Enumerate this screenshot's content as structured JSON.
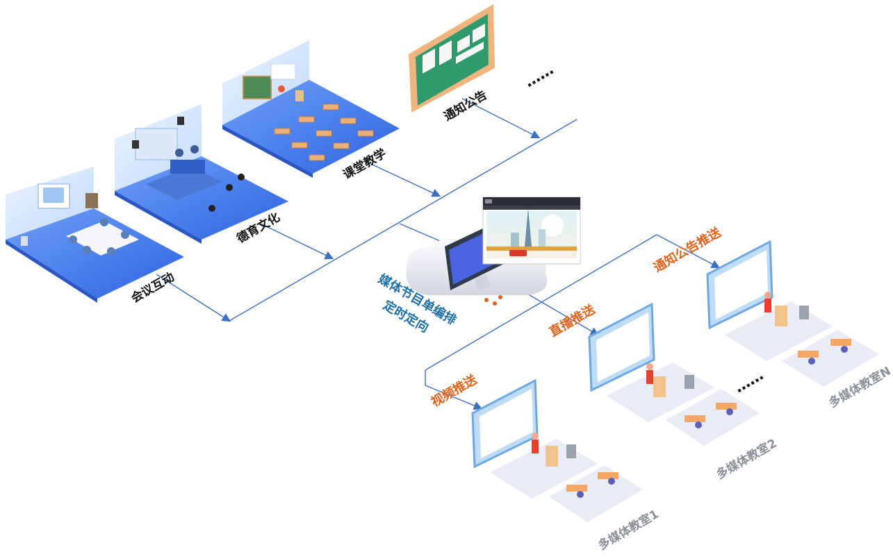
{
  "sources": {
    "meeting": "会议互动",
    "moral": "德育文化",
    "classroom": "课堂教学",
    "notice": "通知公告",
    "more": "……"
  },
  "center": {
    "line1": "媒体节目单编排",
    "line2": "定时定向"
  },
  "pushes": {
    "video": "视频推送",
    "live": "直播推送",
    "notice": "通知公告推送"
  },
  "classrooms": {
    "room1": "多媒体教室1",
    "room2": "多媒体教室2",
    "roomN": "多媒体教室N",
    "more": "……"
  },
  "colors": {
    "line": "#3e6fbf",
    "panel": "#4d86f0",
    "orange": "#e0631c",
    "blue_text": "#1e6fa7",
    "gray_text": "#8a9098"
  }
}
